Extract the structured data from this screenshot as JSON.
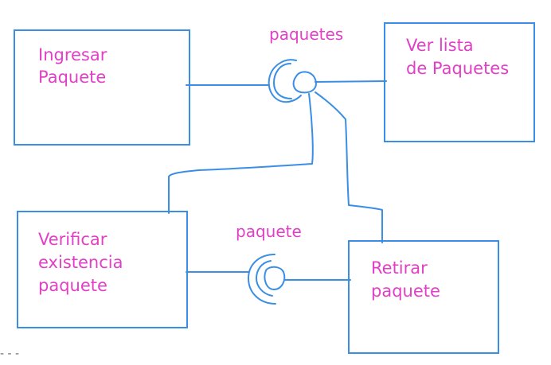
{
  "colors": {
    "line": "#3a8ee6",
    "text": "#e23fc6",
    "background": "#ffffff"
  },
  "components": {
    "ingresar": {
      "line1": "Ingresar",
      "line2": "Paquete"
    },
    "ver_lista": {
      "line1": "Ver lista",
      "line2": "de Paquetes"
    },
    "verificar": {
      "line1": "Verificar",
      "line2": "existencia",
      "line3": "paquete"
    },
    "retirar": {
      "line1": "Retirar",
      "line2": "paquete"
    }
  },
  "interfaces": {
    "top": "paquetes",
    "bottom": "paquete"
  },
  "footer_mark": "- - -"
}
